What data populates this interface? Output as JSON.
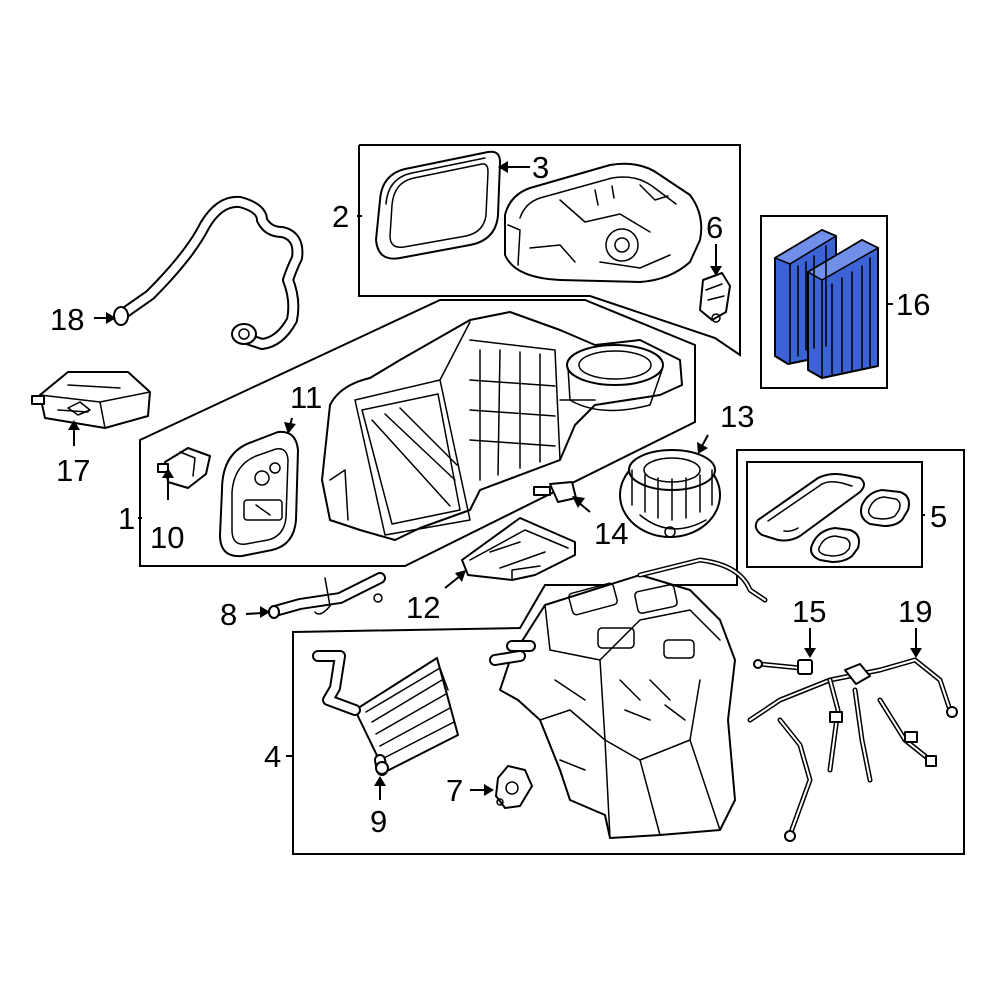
{
  "callouts": {
    "c1": "1",
    "c2": "2",
    "c3": "3",
    "c4": "4",
    "c5": "5",
    "c6": "6",
    "c7": "7",
    "c8": "8",
    "c9": "9",
    "c10": "10",
    "c11": "11",
    "c12": "12",
    "c13": "13",
    "c14": "14",
    "c15": "15",
    "c16": "16",
    "c17": "17",
    "c18": "18",
    "c19": "19"
  },
  "highlight": {
    "part": "16",
    "fill_color": "#3b63d6",
    "fill_light": "#6f8fe8"
  }
}
